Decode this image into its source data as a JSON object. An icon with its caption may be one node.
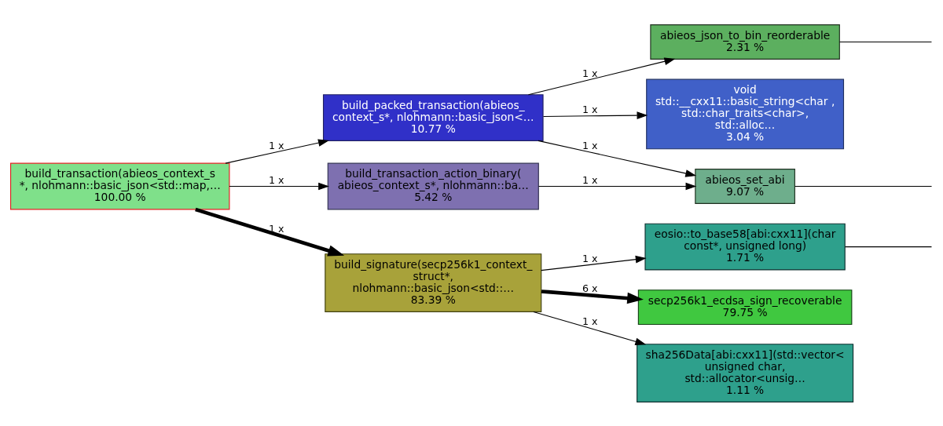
{
  "diagram": {
    "nodes": [
      {
        "text": [
          "build_transaction(abieos_context_s *, nlohmann::basic_json<std::map,…",
          "100.00 %"
        ]
      },
      {
        "text": [
          "build_packed_transaction(abieos_ context_s*, nlohmann::basic_json<…",
          "10.77 %"
        ]
      },
      {
        "text": [
          "build_transaction_action_binary( abieos_context_s*, nlohmann::ba…",
          "5.42 %"
        ]
      },
      {
        "text": [
          "build_signature(secp256k1_context_ struct*, nlohmann::basic_json<std::…",
          "83.39 %"
        ]
      },
      {
        "text": [
          "abieos_json_to_bin_reorderable",
          "2.31 %"
        ]
      },
      {
        "text": [
          "void std::__cxx11::basic_string<char , std::char_traits<char>, std::alloc…",
          "3.04 %"
        ]
      },
      {
        "text": [
          "abieos_set_abi",
          "9.07 %"
        ]
      },
      {
        "text": [
          "eosio::to_base58[abi:cxx11](char const*, unsigned long)",
          "1.71 %"
        ]
      },
      {
        "text": [
          "secp256k1_ecdsa_sign_recoverable",
          "79.75 %"
        ]
      },
      {
        "text": [
          "sha256Data[abi:cxx11](std::vector< unsigned char, std::allocator<unsig…",
          "1.11 %"
        ]
      }
    ],
    "edges": [
      {
        "from": 0,
        "to": 1,
        "arrow": "to",
        "label": "1 x"
      },
      {
        "from": 0,
        "to": 2,
        "arrow": "to",
        "label": "1 x"
      },
      {
        "from": 0,
        "to": 3,
        "arrow": "to",
        "label": "1 x",
        "style": "thick"
      },
      {
        "from": 1,
        "to": 4,
        "arrow": "to",
        "label": "1 x"
      },
      {
        "from": 1,
        "to": 5,
        "arrow": "to",
        "label": "1 x"
      },
      {
        "from": 1,
        "to": 6,
        "arrow": "to",
        "label": "1 x"
      },
      {
        "from": 2,
        "to": 6,
        "arrow": "to",
        "label": "1 x"
      },
      {
        "from": 3,
        "to": 7,
        "arrow": "to",
        "label": "1 x"
      },
      {
        "from": 3,
        "to": 8,
        "arrow": "to",
        "label": "6 x",
        "style": "thick"
      },
      {
        "from": 3,
        "to": 9,
        "arrow": "to",
        "label": "1 x"
      },
      {
        "from": 4,
        "to": null,
        "arrow": "none"
      },
      {
        "from": 6,
        "to": null,
        "arrow": "none"
      },
      {
        "from": 7,
        "to": null,
        "arrow": "none"
      }
    ]
  }
}
